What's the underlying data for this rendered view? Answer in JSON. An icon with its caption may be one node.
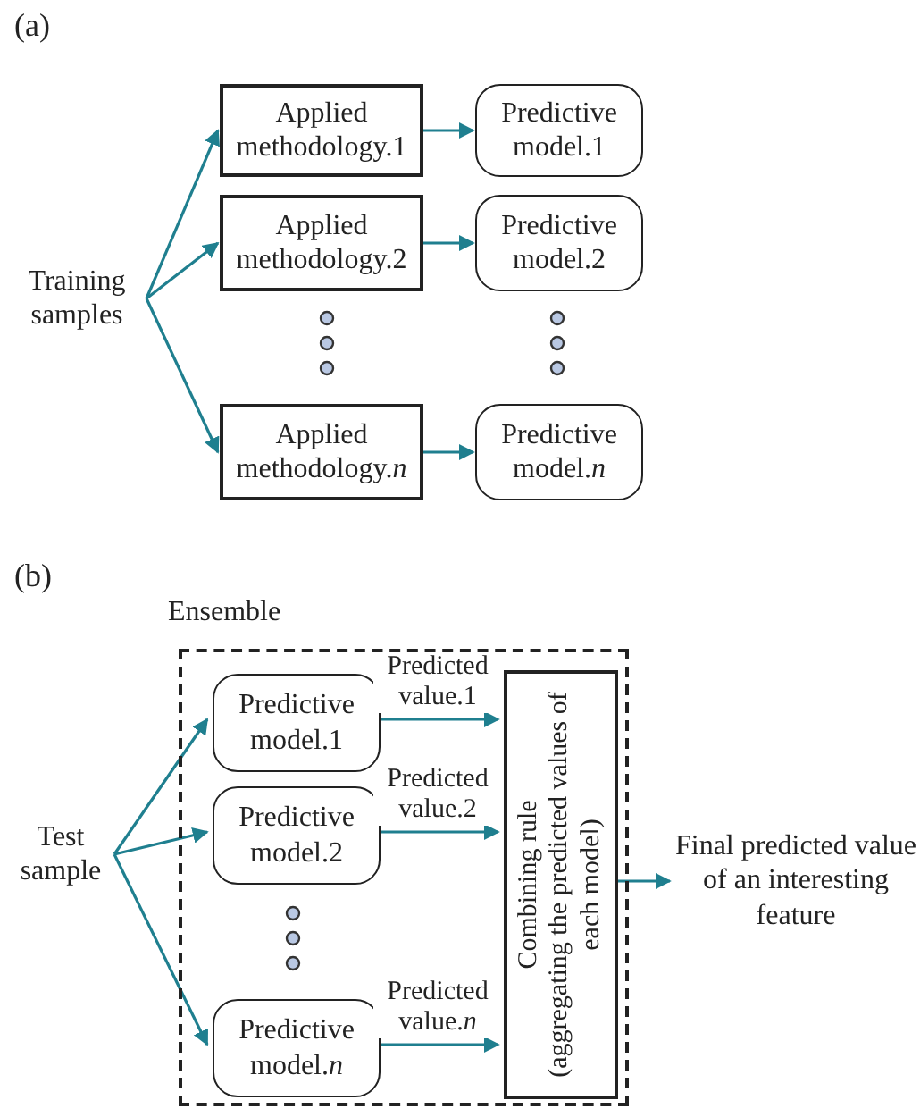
{
  "diagram": {
    "nodes": [
      {
        "text": [
          "Training samples"
        ]
      },
      {
        "text": [
          "Applied methodology.1"
        ]
      },
      {
        "text": [
          "Applied methodology.2"
        ]
      },
      {
        "text": [
          "Applied methodology.*n*"
        ]
      },
      {
        "text": [
          "Predictive model.1"
        ]
      },
      {
        "text": [
          "Predictive model.2"
        ]
      },
      {
        "text": [
          "Predictive model.*n*"
        ]
      },
      {
        "text": [
          "Ensemble"
        ]
      },
      {
        "text": [
          "Test sample"
        ]
      },
      {
        "text": [
          "Predictive model.1"
        ],
        "in": 7
      },
      {
        "text": [
          "Predictive model.2"
        ],
        "in": 7
      },
      {
        "text": [
          "Predictive model.*n*"
        ],
        "in": 7
      },
      {
        "text": [
          "Combining rule",
          "(aggregating the predicted values of each model)"
        ],
        "in": 7
      },
      {
        "text": [
          "Final predicted value of an interesting feature"
        ]
      }
    ],
    "edges": [
      {
        "from": 0,
        "to": 1,
        "arrow": "to"
      },
      {
        "from": 0,
        "to": 2,
        "arrow": "to"
      },
      {
        "from": 0,
        "to": 3,
        "arrow": "to"
      },
      {
        "from": 1,
        "to": 4,
        "arrow": "to"
      },
      {
        "from": 2,
        "to": 5,
        "arrow": "to"
      },
      {
        "from": 3,
        "to": 6,
        "arrow": "to"
      },
      {
        "from": 8,
        "to": 9,
        "arrow": "to"
      },
      {
        "from": 8,
        "to": 10,
        "arrow": "to"
      },
      {
        "from": 8,
        "to": 11,
        "arrow": "to"
      },
      {
        "from": 9,
        "to": 12,
        "arrow": "to",
        "label": "Predicted value.1"
      },
      {
        "from": 10,
        "to": 12,
        "arrow": "to",
        "label": "Predicted value.2"
      },
      {
        "from": 11,
        "to": 12,
        "arrow": "to",
        "label": "Predicted value.*n*"
      },
      {
        "from": 12,
        "to": 13,
        "arrow": "to"
      }
    ],
    "labels": [
      "(a)",
      "(b)"
    ]
  }
}
